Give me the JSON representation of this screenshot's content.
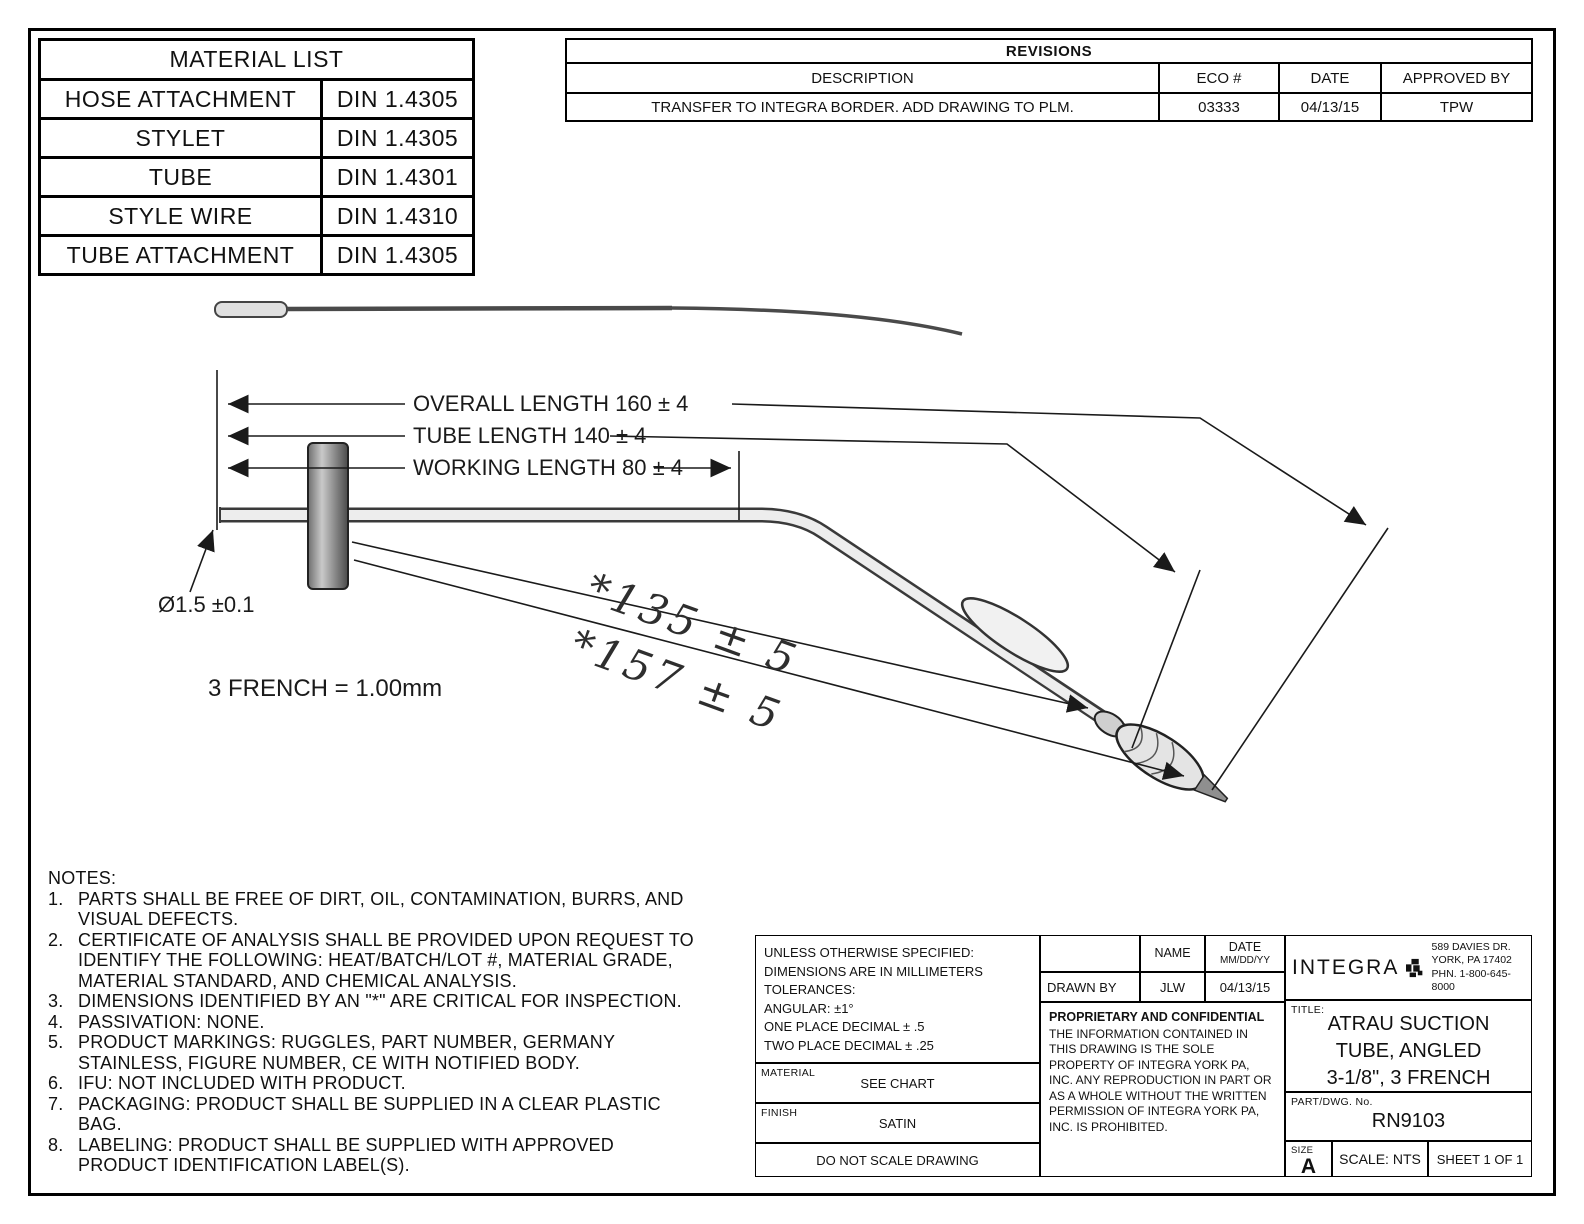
{
  "material_list": {
    "title": "MATERIAL LIST",
    "rows": [
      {
        "part": "HOSE ATTACHMENT",
        "spec": "DIN 1.4305"
      },
      {
        "part": "STYLET",
        "spec": "DIN 1.4305"
      },
      {
        "part": "TUBE",
        "spec": "DIN 1.4301"
      },
      {
        "part": "STYLE WIRE",
        "spec": "DIN 1.4310"
      },
      {
        "part": "TUBE ATTACHMENT",
        "spec": "DIN 1.4305"
      }
    ]
  },
  "revisions": {
    "title": "REVISIONS",
    "headers": {
      "description": "DESCRIPTION",
      "eco": "ECO #",
      "date": "DATE",
      "approved": "APPROVED BY"
    },
    "rows": [
      {
        "description": "TRANSFER TO INTEGRA BORDER. ADD DRAWING TO PLM.",
        "eco": "03333",
        "date": "04/13/15",
        "approved": "TPW"
      }
    ]
  },
  "drawing": {
    "labels": {
      "overall_length": "OVERALL LENGTH 160 ± 4",
      "tube_length": "TUBE LENGTH 140 ± 4",
      "working_length": "WORKING LENGTH 80 ± 4",
      "diameter": "Ø1.5 ±0.1",
      "critical_length_1": "*135 ± 5",
      "critical_length_2": "*157 ± 5",
      "french_equivalence": "3 FRENCH = 1.00mm"
    }
  },
  "notes": {
    "title": "NOTES:",
    "items": [
      {
        "num": "1.",
        "text": "PARTS SHALL BE FREE OF DIRT, OIL, CONTAMINATION, BURRS, AND VISUAL DEFECTS."
      },
      {
        "num": "2.",
        "text": "CERTIFICATE OF ANALYSIS SHALL BE PROVIDED UPON REQUEST TO IDENTIFY THE FOLLOWING: HEAT/BATCH/LOT #, MATERIAL GRADE, MATERIAL STANDARD, AND CHEMICAL ANALYSIS."
      },
      {
        "num": "3.",
        "text": "DIMENSIONS IDENTIFIED BY AN \"*\" ARE CRITICAL FOR INSPECTION."
      },
      {
        "num": "4.",
        "text": "PASSIVATION: NONE."
      },
      {
        "num": "5.",
        "text": "PRODUCT MARKINGS: RUGGLES, PART NUMBER, GERMANY STAINLESS, FIGURE NUMBER, CE WITH NOTIFIED BODY."
      },
      {
        "num": "6.",
        "text": "IFU: NOT INCLUDED WITH PRODUCT."
      },
      {
        "num": "7.",
        "text": "PACKAGING: PRODUCT SHALL BE SUPPLIED IN A CLEAR PLASTIC BAG."
      },
      {
        "num": "8.",
        "text": "LABELING: PRODUCT SHALL BE SUPPLIED WITH APPROVED PRODUCT IDENTIFICATION LABEL(S)."
      }
    ]
  },
  "title_block": {
    "tolerances": {
      "line1": "UNLESS OTHERWISE SPECIFIED:",
      "line2": "DIMENSIONS ARE IN MILLIMETERS",
      "line3": "TOLERANCES:",
      "line4": "ANGULAR: ±1°",
      "line5": "ONE PLACE DECIMAL ± .5",
      "line6": "TWO PLACE DECIMAL ± .25"
    },
    "material_label": "MATERIAL",
    "material_value": "SEE CHART",
    "finish_label": "FINISH",
    "finish_value": "SATIN",
    "no_scale": "DO NOT SCALE DRAWING",
    "name_header": "NAME",
    "date_header": "DATE",
    "date_format": "MM/DD/YY",
    "drawn_by_label": "DRAWN BY",
    "drawn_by_name": "JLW",
    "drawn_by_date": "04/13/15",
    "proprietary_title": "PROPRIETARY AND CONFIDENTIAL",
    "proprietary_text": "THE INFORMATION CONTAINED IN THIS DRAWING IS THE SOLE PROPERTY OF INTEGRA YORK PA, INC.  ANY REPRODUCTION IN PART OR AS A WHOLE WITHOUT THE WRITTEN PERMISSION OF INTEGRA YORK PA, INC. IS PROHIBITED.",
    "company": {
      "logo": "INTEGRA",
      "address1": "589 DAVIES DR.",
      "address2": "YORK, PA 17402",
      "phone": "PHN. 1-800-645-8000"
    },
    "title_label": "TITLE:",
    "title_line1": "ATRAU SUCTION",
    "title_line2": "TUBE, ANGLED",
    "title_line3": "3-1/8\", 3 FRENCH",
    "part_label": "PART/DWG. No.",
    "part_number": "RN9103",
    "size_label": "SIZE",
    "size_value": "A",
    "scale": "SCALE: NTS",
    "sheet": "SHEET 1 OF 1"
  }
}
